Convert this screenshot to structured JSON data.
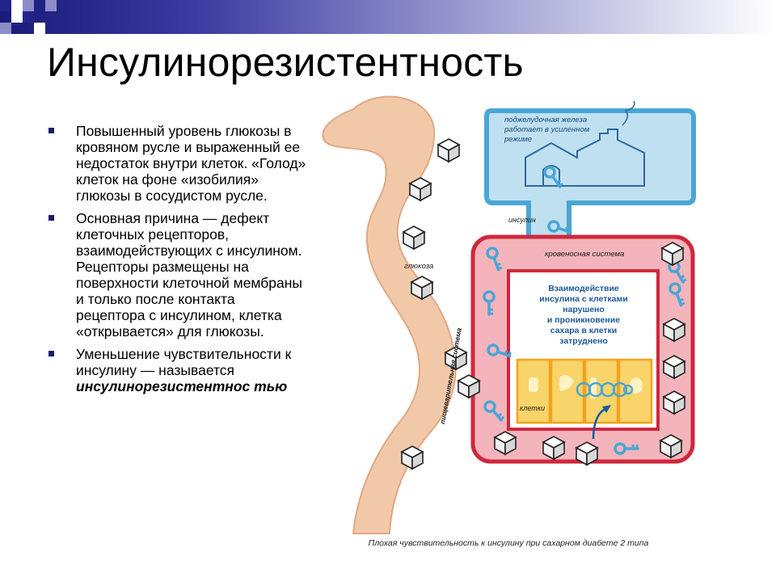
{
  "slide": {
    "title": "Инсулинорезистентность",
    "bullets": [
      {
        "text": "Повышенный уровень глюкозы в кровяном русле и выраженный ее недостаток внутри клеток. «Голод» клеток на фоне «изобилия» глюкозы в сосудистом русле."
      },
      {
        "text": "Основная причина — дефект клеточных рецепторов, взаимодействующих с инсулином. Рецепторы размещены на поверхности клеточной мембраны и только после контакта рецептора с инсулином, клетка «открывается» для глюкозы."
      },
      {
        "text": "Уменьшение чувствительности к инсулину — называется ",
        "emphasis": "инсулинорезистентнос тью"
      }
    ]
  },
  "illustration": {
    "pancreas_label": [
      "поджелудочная железа",
      "работает в усиленном",
      "режиме"
    ],
    "insulin_label": "инсулин",
    "blood_system_label": "кровеносная система",
    "glucose_label": "глюкоза",
    "digestive_label": "пищеварительная система",
    "cells_label": "клетки",
    "center_text": [
      "Взаимодействие",
      "инсулина с клетками",
      "нарушено",
      "и проникновение",
      "сахара в клетки",
      "затруднено"
    ],
    "caption": "Плохая чувствительность к инсулину при сахарном диабете 2 типа",
    "colors": {
      "digestive": "#f2c9a8",
      "blood": "#f4b4bc",
      "blood_border": "#d0283c",
      "pancreas": "#bfe0f0",
      "pancreas_border": "#4aa6d4",
      "cells": "#f8d46a",
      "cell_border": "#f3a21a",
      "key": "#4aa6d4",
      "center_text": "#1a5a9a"
    }
  }
}
